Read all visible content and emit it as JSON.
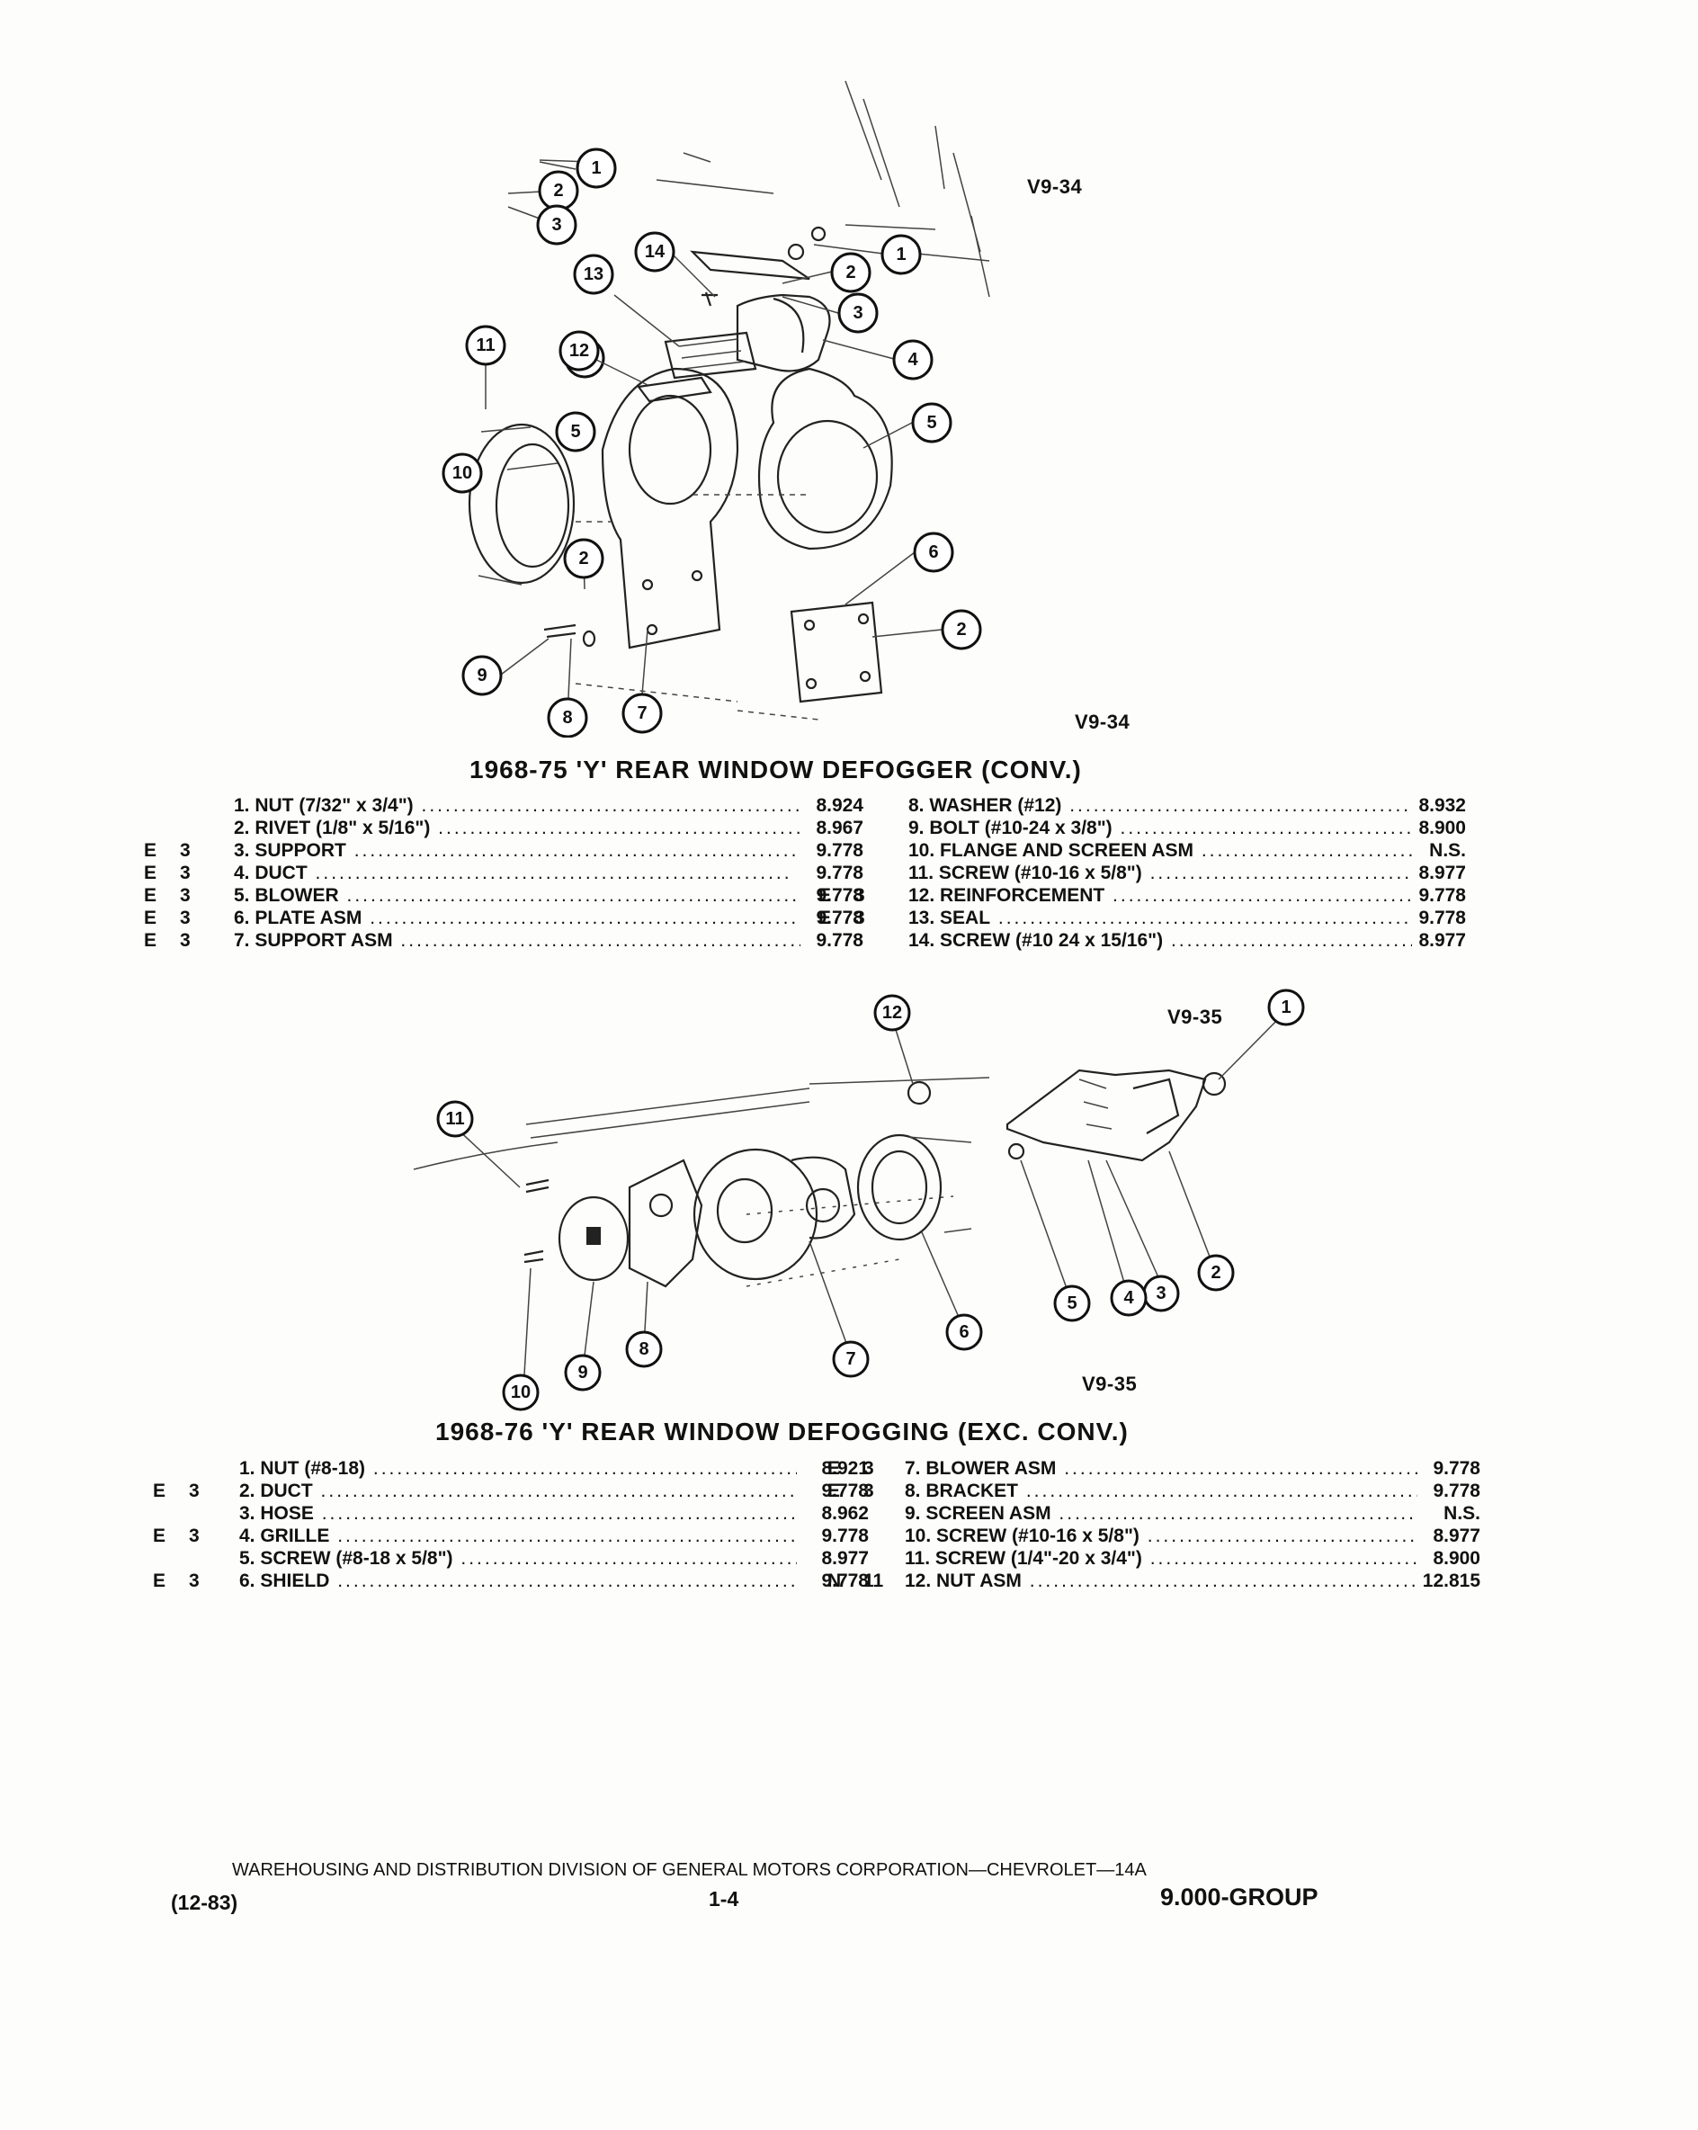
{
  "sections": [
    {
      "figure_code": "V9-34",
      "title": "1968-75 'Y' REAR WINDOW DEFOGGER (CONV.)",
      "left_column": [
        {
          "code": "",
          "count": "",
          "item": "1. NUT (7/32\" x 3/4\")",
          "group": "8.924"
        },
        {
          "code": "",
          "count": "",
          "item": "2. RIVET (1/8\" x 5/16\")",
          "group": "8.967"
        },
        {
          "code": "E",
          "count": "3",
          "item": "3. SUPPORT",
          "group": "9.778"
        },
        {
          "code": "E",
          "count": "3",
          "item": "4. DUCT",
          "group": "9.778"
        },
        {
          "code": "E",
          "count": "3",
          "item": "5. BLOWER",
          "group": "9.778"
        },
        {
          "code": "E",
          "count": "3",
          "item": "6. PLATE ASM",
          "group": "9.778"
        },
        {
          "code": "E",
          "count": "3",
          "item": "7. SUPPORT ASM",
          "group": "9.778"
        }
      ],
      "right_column": [
        {
          "code": "",
          "count": "",
          "item": "8. WASHER (#12)",
          "group": "8.932"
        },
        {
          "code": "",
          "count": "",
          "item": "9. BOLT (#10-24 x 3/8\")",
          "group": "8.900"
        },
        {
          "code": "",
          "count": "",
          "item": "10. FLANGE AND SCREEN ASM",
          "group": "N.S."
        },
        {
          "code": "",
          "count": "",
          "item": "11. SCREW (#10-16 x 5/8\")",
          "group": "8.977"
        },
        {
          "code": "E",
          "count": "3",
          "item": "12. REINFORCEMENT",
          "group": "9.778"
        },
        {
          "code": "E",
          "count": "3",
          "item": "13. SEAL",
          "group": "9.778"
        },
        {
          "code": "",
          "count": "",
          "item": "14. SCREW (#10 24 x 15/16\")",
          "group": "8.977"
        }
      ],
      "callouts": [
        "1",
        "2",
        "3",
        "4",
        "5",
        "6",
        "2",
        "7",
        "8",
        "9",
        "10",
        "2",
        "11",
        "12",
        "13",
        "14"
      ]
    },
    {
      "figure_code": "V9-35",
      "title": "1968-76 'Y' REAR WINDOW DEFOGGING (EXC. CONV.)",
      "left_column": [
        {
          "code": "",
          "count": "",
          "item": "1. NUT (#8-18)",
          "group": "8.921"
        },
        {
          "code": "E",
          "count": "3",
          "item": "2. DUCT",
          "group": "9.778"
        },
        {
          "code": "",
          "count": "",
          "item": "3. HOSE",
          "group": "8.962"
        },
        {
          "code": "E",
          "count": "3",
          "item": "4. GRILLE",
          "group": "9.778"
        },
        {
          "code": "",
          "count": "",
          "item": "5. SCREW (#8-18 x 5/8\")",
          "group": "8.977"
        },
        {
          "code": "E",
          "count": "3",
          "item": "6. SHIELD",
          "group": "9.778"
        }
      ],
      "right_column": [
        {
          "code": "E",
          "count": "3",
          "item": "7. BLOWER ASM",
          "group": "9.778"
        },
        {
          "code": "E",
          "count": "3",
          "item": "8. BRACKET",
          "group": "9.778"
        },
        {
          "code": "",
          "count": "",
          "item": "9. SCREEN ASM",
          "group": "N.S."
        },
        {
          "code": "",
          "count": "",
          "item": "10. SCREW (#10-16 x 5/8\")",
          "group": "8.977"
        },
        {
          "code": "",
          "count": "",
          "item": "11. SCREW (1/4\"-20 x 3/4\")",
          "group": "8.900"
        },
        {
          "code": "N",
          "count": "11",
          "item": "12. NUT ASM",
          "group": "12.815"
        }
      ],
      "callouts": [
        "1",
        "2",
        "3",
        "4",
        "5",
        "6",
        "7",
        "8",
        "9",
        "10",
        "11",
        "12"
      ]
    }
  ],
  "footer": {
    "division": "WAREHOUSING AND DISTRIBUTION DIVISION OF GENERAL MOTORS CORPORATION—CHEVROLET—14A",
    "date": "(12-83)",
    "page": "1-4",
    "group": "9.000-GROUP"
  }
}
